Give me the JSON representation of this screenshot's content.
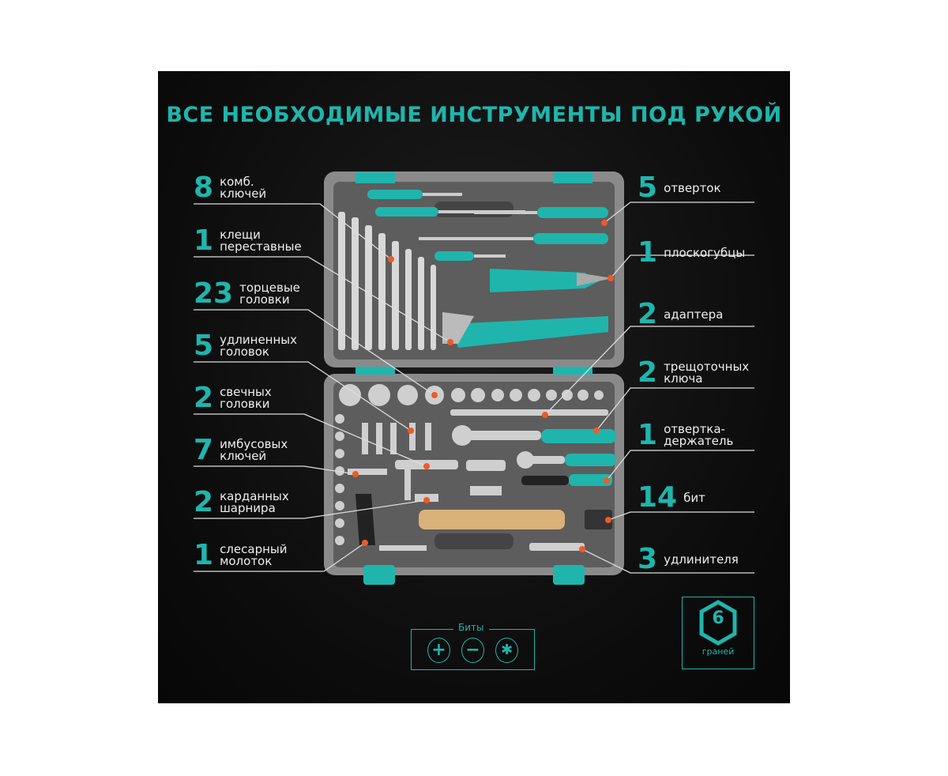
{
  "title": "ВСЕ НЕОБХОДИМЫЕ ИНСТРУМЕНТЫ ПОД РУКОЙ",
  "left_items": [
    {
      "num": "8",
      "l1": "комб.",
      "l2": "ключей"
    },
    {
      "num": "1",
      "l1": "клещи",
      "l2": "переставные"
    },
    {
      "num": "23",
      "l1": "торцевые",
      "l2": "головки"
    },
    {
      "num": "5",
      "l1": "удлиненных",
      "l2": "головок"
    },
    {
      "num": "2",
      "l1": "свечных",
      "l2": "головки"
    },
    {
      "num": "7",
      "l1": "имбусовых",
      "l2": "ключей"
    },
    {
      "num": "2",
      "l1": "карданных",
      "l2": "шарнира"
    },
    {
      "num": "1",
      "l1": "слесарный",
      "l2": "молоток"
    }
  ],
  "right_items": [
    {
      "num": "5",
      "l1": "отверток",
      "l2": ""
    },
    {
      "num": "1",
      "l1": "плоскогубцы",
      "l2": ""
    },
    {
      "num": "2",
      "l1": "адаптера",
      "l2": ""
    },
    {
      "num": "2",
      "l1": "трещоточных",
      "l2": "ключа"
    },
    {
      "num": "1",
      "l1": "отвертка-",
      "l2": "держатель"
    },
    {
      "num": "14",
      "l1": "бит",
      "l2": ""
    },
    {
      "num": "3",
      "l1": "удлинителя",
      "l2": ""
    }
  ],
  "bits": {
    "title": "Биты",
    "types": [
      "+",
      "−",
      "✱"
    ]
  },
  "hex": {
    "num": "6",
    "label": "граней"
  },
  "colors": {
    "accent": "#1fb5ad",
    "marker": "#f05a28",
    "case": "#7a7a7a"
  }
}
